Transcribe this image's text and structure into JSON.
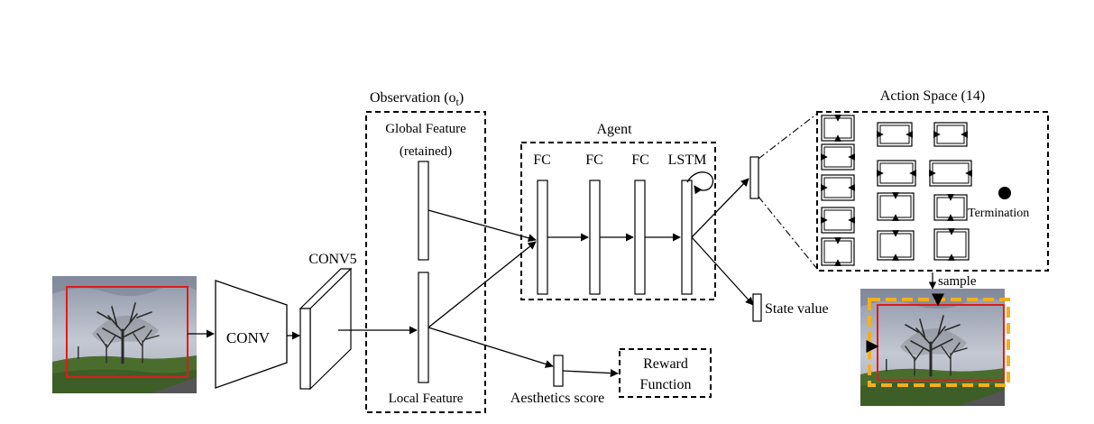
{
  "labels": {
    "observation": "Observation (o",
    "observation_sub": "t",
    "observation_close": ")",
    "global_feature_1": "Global Feature",
    "global_feature_2": "(retained)",
    "local_feature": "Local Feature",
    "conv": "CONV",
    "conv5": "CONV5",
    "agent": "Agent",
    "fc1": "FC",
    "fc2": "FC",
    "fc3": "FC",
    "lstm": "LSTM",
    "action_space": "Action Space (14)",
    "termination": "Termination",
    "sample": "sample",
    "state_value": "State value",
    "aesthetics_score": "Aesthetics score",
    "reward_1": "Reward",
    "reward_2": "Function"
  },
  "colors": {
    "crop_box": "#e01b1b",
    "sampled_box": "#f2b01e",
    "termination_dot": "#000000",
    "line": "#000000"
  },
  "icons": {
    "input_photo": "landscape-tree-photo",
    "output_photo": "landscape-tree-photo-cropped",
    "action_glyphs": "crop-action-icons"
  }
}
